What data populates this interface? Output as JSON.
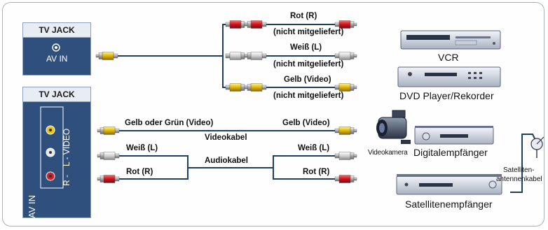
{
  "panel_top": {
    "header": "TV JACK",
    "port_label": "AV IN"
  },
  "panel_bottom": {
    "header": "TV JACK",
    "port_label": "AV IN",
    "jack_label_video": "L - VIDEO",
    "jack_label_r": "R -"
  },
  "top_cables": [
    {
      "color_label": "Rot (R)",
      "note": "(nicht mitgeliefert)"
    },
    {
      "color_label": "Weiß (L)",
      "note": "(nicht mitgeliefert)"
    },
    {
      "color_label": "Gelb (Video)",
      "note": "(nicht mitgeliefert)"
    }
  ],
  "devices": {
    "vcr": "VCR",
    "dvd": "DVD Player/Rekorder",
    "camcorder": "Videokamera",
    "digital_receiver": "Digitalempfänger",
    "satellite_receiver": "Satellitenempfänger",
    "satellite_cable_line1": "Satelliten-",
    "satellite_cable_line2": "antennenkabel"
  },
  "bottom_cables": {
    "video_left": "Gelb oder Grün (Video)",
    "video_right": "Gelb (Video)",
    "video_cable": "Videokabel",
    "white_left": "Weiß (L)",
    "white_right": "Weiß (L)",
    "audio_cable": "Audiokabel",
    "red_left": "Rot (R)",
    "red_right": "Rot (R)"
  },
  "colors": {
    "panel": "#2f4f7d",
    "red": "#d0202a",
    "white": "#e6e6e6",
    "yellow": "#e8c21a",
    "wire": "#1f3f5f"
  }
}
